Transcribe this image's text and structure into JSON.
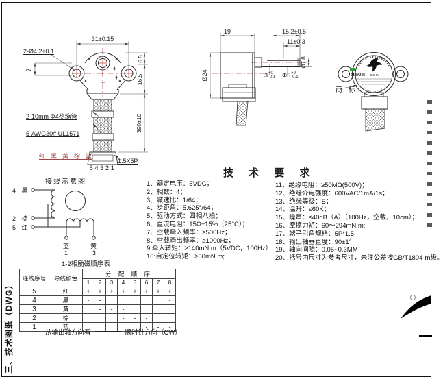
{
  "page": {
    "section_label": "三、技术图纸（DWG）"
  },
  "front_view": {
    "dim_width_top": "31±0.15",
    "dim_holes": "2-Ø4.2±0.1",
    "dim_offset": "7",
    "dim_right_1": "6.5",
    "dim_right_2": "16.5",
    "dim_wire_length": "390±10",
    "label_heatshrink": "2-10mm Φ4热缩管",
    "label_wire_spec": "5-AWG30# UL1571",
    "label_wire_colors": "红. 黑. 黄. 棕. 蓝",
    "label_pin_numbers": "54321",
    "label_connector": "1.5X5P"
  },
  "side_view": {
    "dim_body_width": "19",
    "dim_shaft_total": "15.2±0.5",
    "dim_shaft_flat": "11±0.3",
    "dim_body_dia": "Ø24",
    "dim_boss_dia": "Ø7.8",
    "dim_flat": {
      "base": "3",
      "sup": "+0",
      "sub": "-0.1"
    },
    "dim_shaft_dia": {
      "base": "Φ5",
      "sup": "+0",
      "sub": "-0.1"
    }
  },
  "back_view": {
    "brand_label": "商 标",
    "model": "24BYJ48",
    "voltage": "DC 5V"
  },
  "tech_requirements": {
    "title": "技 术 要 求",
    "items_left": [
      "1、额定电压：5VDC；",
      "2、相数：4；",
      "3、减速比：1/64；",
      "4、步距角：5.625°/64；",
      "5、驱动方式：四相八拍；",
      "6、直流电阻：15Ω±15%（25°C）；",
      "7、空载牵入频率：≥500Hz；",
      "8、空载牵出频率：≥1000Hz；",
      "9.牵入转矩：≥140mN.m（5VDC，100Hz）",
      "10:自定位转矩：≥50mN.m;"
    ],
    "items_right": [
      "11、绝缘电阻：≥50MΩ(500V)；",
      "12、绝缘介电强度：600VAC/1mA/1s；",
      "13、绝缘等级：B；",
      "14、温升：≤60K；",
      "15、噪声：≤40dB（A）（100Hz，空载，10cm）；",
      "16、摩擦力矩：60～294mN.m;",
      "17、端子引角规格：5P*1.5",
      "18、输出轴垂直度：90±1°",
      "19、轴向间隙：0.05~0.3MM",
      "20、括号内尺寸为参考尺寸，未注公差按GB/T1804-m级。"
    ]
  },
  "wiring": {
    "title": "接线示意图",
    "terminal_4": "4 黑",
    "terminal_2": "2 棕",
    "terminal_5": "5 红",
    "terminal_1_color": "蓝",
    "terminal_1_num": "1",
    "terminal_3_color": "黄",
    "terminal_3_num": "3",
    "sequence_title": "1-2相励磁顺序表"
  },
  "sequence_table": {
    "col_wire_no": "连线序号",
    "col_wire_color": "导线颜色",
    "col_sequence": "分 配 顺 序",
    "steps": [
      "1",
      "2",
      "3",
      "4",
      "5",
      "6",
      "7",
      "8"
    ],
    "rows": [
      {
        "no": "5",
        "color": "红",
        "signs": [
          "+",
          "+",
          "+",
          "+",
          "+",
          "+",
          "+",
          "+"
        ]
      },
      {
        "no": "4",
        "color": "黑",
        "signs": [
          "-",
          "-",
          "",
          "",
          "",
          "",
          "",
          "-"
        ]
      },
      {
        "no": "3",
        "color": "黄",
        "signs": [
          "",
          "-",
          "-",
          "-",
          "",
          "",
          "",
          ""
        ]
      },
      {
        "no": "2",
        "color": "棕",
        "signs": [
          "",
          "",
          "",
          "-",
          "-",
          "-",
          "",
          ""
        ]
      },
      {
        "no": "1",
        "color": "蓝",
        "signs": [
          "",
          "",
          "",
          "",
          "",
          "-",
          "-",
          "-"
        ]
      }
    ],
    "footer_left": "从输出轴方向看",
    "footer_right": "顺时针方向（CW）"
  },
  "colors": {
    "centerline": "#c84848",
    "wire_label_text": "#a04848",
    "green_mark": "#33a033"
  }
}
